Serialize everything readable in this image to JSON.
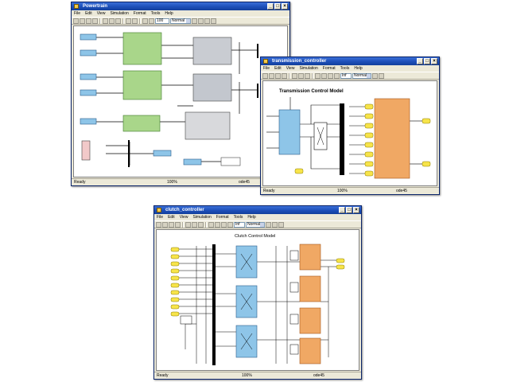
{
  "colors": {
    "titlebar": "#1d4fb8",
    "green_block": "#a9d68a",
    "blue_block": "#8ec5e8",
    "orange_block": "#f0a864",
    "yellow_port": "#f7e44a"
  },
  "windows": {
    "powertrain": {
      "title": "Powertrain",
      "menu": [
        "File",
        "Edit",
        "View",
        "Simulation",
        "Format",
        "Tools",
        "Help"
      ],
      "sim_time": "100",
      "mode": "Normal",
      "status": {
        "left": "Ready",
        "mid": "100%",
        "right": "ode45"
      }
    },
    "transmission": {
      "title": "transmission_controller",
      "menu": [
        "File",
        "Edit",
        "View",
        "Simulation",
        "Format",
        "Tools",
        "Help"
      ],
      "sim_time": "Inf",
      "mode": "Normal",
      "diagram_title": "Transmission Control Model",
      "status": {
        "left": "Ready",
        "mid": "100%",
        "right": "ode45"
      }
    },
    "clutch": {
      "title": "clutch_controller",
      "menu": [
        "File",
        "Edit",
        "View",
        "Simulation",
        "Format",
        "Tools",
        "Help"
      ],
      "sim_time": "Inf",
      "mode": "Normal",
      "diagram_title": "Clutch Control Model",
      "status": {
        "left": "Ready",
        "mid": "100%",
        "right": "ode45"
      }
    }
  }
}
